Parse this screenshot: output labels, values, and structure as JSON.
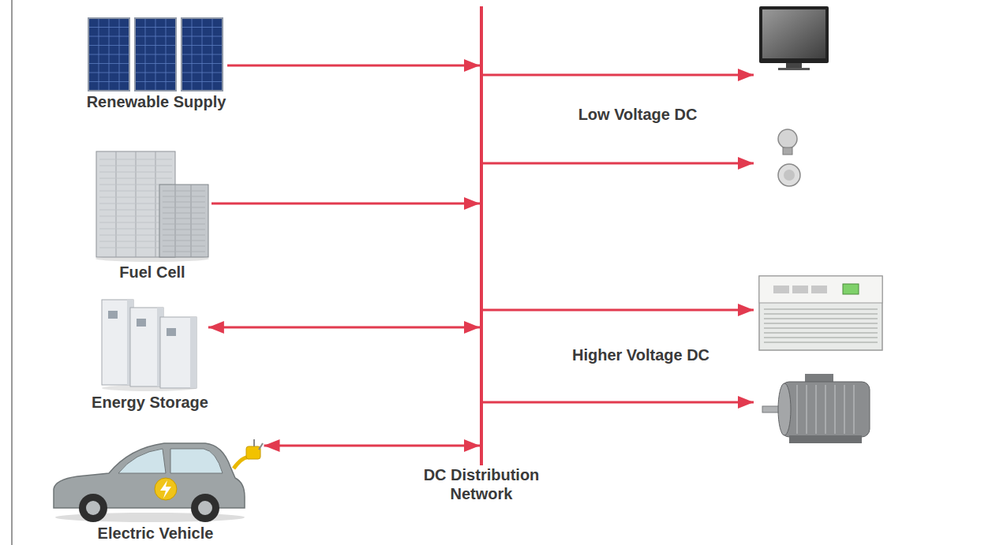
{
  "diagram": {
    "nodes": [
      {
        "text": [
          "Renewable Supply"
        ]
      },
      {
        "text": [
          "Fuel Cell"
        ]
      },
      {
        "text": [
          "Energy Storage"
        ]
      },
      {
        "text": [
          "Electric Vehicle"
        ]
      },
      {
        "text": [
          "DC Distribution Network"
        ]
      }
    ],
    "edges": [
      {
        "from": 0,
        "to": 4,
        "arrow": "to"
      },
      {
        "from": 1,
        "to": 4,
        "arrow": "to"
      },
      {
        "from": 2,
        "to": 4,
        "arrow": "both"
      },
      {
        "from": 3,
        "to": 4,
        "arrow": "both"
      }
    ],
    "labels": [
      "Low Voltage DC",
      "Higher Voltage DC"
    ]
  }
}
